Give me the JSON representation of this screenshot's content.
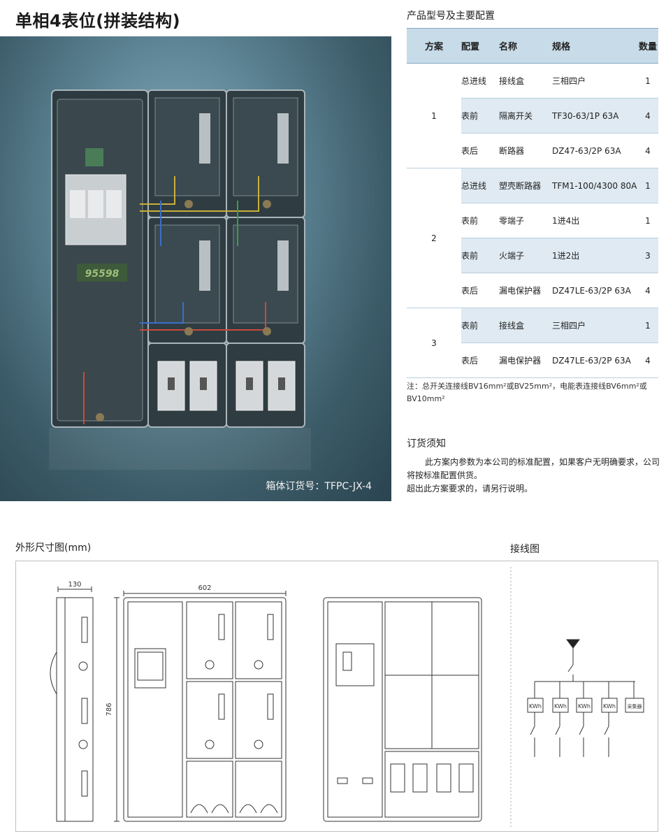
{
  "page_title": "单相4表位(拼装结构)",
  "photo": {
    "caption": "箱体订货号：TFPC-JX-4",
    "meter_display": "95598"
  },
  "config_table": {
    "title": "产品型号及主要配置",
    "headers": [
      "方案",
      "配置",
      "名称",
      "规格",
      "数量"
    ],
    "groups": [
      {
        "scheme": "1",
        "rows": [
          {
            "config": "总进线",
            "name": "接线盒",
            "spec": "三相四户",
            "qty": "1"
          },
          {
            "config": "表前",
            "name": "隔离开关",
            "spec": "TF30-63/1P 63A",
            "qty": "4"
          },
          {
            "config": "表后",
            "name": "断路器",
            "spec": "DZ47-63/2P 63A",
            "qty": "4"
          }
        ]
      },
      {
        "scheme": "2",
        "rows": [
          {
            "config": "总进线",
            "name": "塑壳断路器",
            "spec": "TFM1-100/4300 80A",
            "qty": "1"
          },
          {
            "config": "表前",
            "name": "零端子",
            "spec": "1进4出",
            "qty": "1"
          },
          {
            "config": "表前",
            "name": "火端子",
            "spec": "1进2出",
            "qty": "3"
          },
          {
            "config": "表后",
            "name": "漏电保护器",
            "spec": "DZ47LE-63/2P 63A",
            "qty": "4"
          }
        ]
      },
      {
        "scheme": "3",
        "rows": [
          {
            "config": "表前",
            "name": "接线盒",
            "spec": "三相四户",
            "qty": "1"
          },
          {
            "config": "表后",
            "name": "漏电保护器",
            "spec": "DZ47LE-63/2P 63A",
            "qty": "4"
          }
        ]
      }
    ]
  },
  "note": "注：总开关连接线BV16mm²或BV25mm²，电能表连接线BV6mm²或BV10mm²",
  "order": {
    "title": "订货须知",
    "paragraph1": "此方案内参数为本公司的标准配置，如果客户无明确要求，公司将按标准配置供货。",
    "paragraph2": "超出此方案要求的，请另行说明。"
  },
  "dimension_drawing": {
    "title": "外形尺寸图(mm)",
    "depth": "130",
    "width": "602",
    "height": "786"
  },
  "wiring_diagram": {
    "title": "接线图",
    "meter_labels": [
      "KWh",
      "KWh",
      "KWh",
      "KWh"
    ],
    "collector_label": "采集器"
  },
  "colors": {
    "table_header_bg": "#c7dbe8",
    "table_shade_bg": "#dfeaf2",
    "photo_bg": "#4e7383"
  }
}
